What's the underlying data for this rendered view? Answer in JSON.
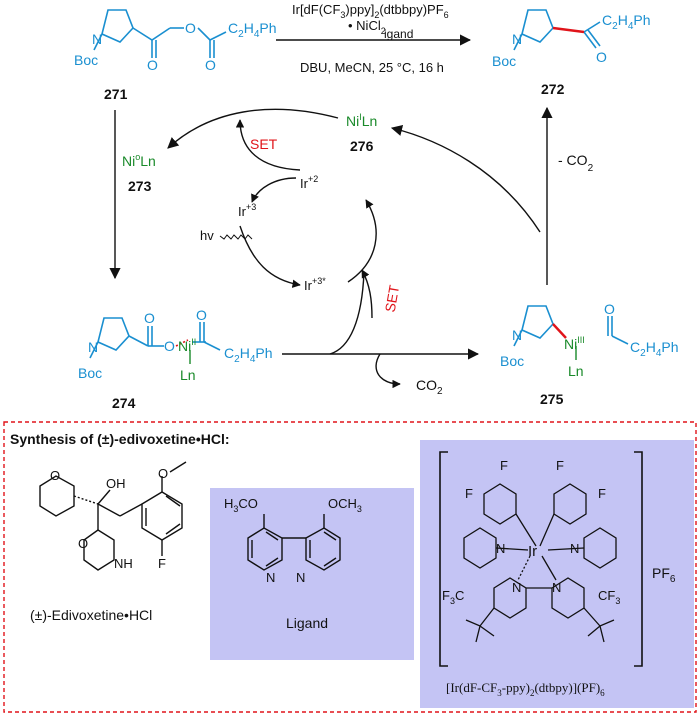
{
  "top": {
    "catalyst_line": "Ir[dF(CF",
    "catalyst_sub": "3",
    "catalyst_tail": ")ppy]",
    "catalyst_sub2": "2",
    "catalyst_end": "(dtbbpy)PF",
    "catalyst_sub3": "6",
    "nicl": "• NiCl",
    "nicl_sub": "2",
    "ligand": "igand",
    "conditions": "DBU, MeCN, 25 °C, 16 h",
    "reactant_label": "271",
    "product_label": "272",
    "boc": "Boc",
    "N": "N",
    "O": "O",
    "chain": "C",
    "chain_sub": "2",
    "chain_h": "H",
    "chain_sub2": "4",
    "chain_ph": "Ph"
  },
  "cycle": {
    "ni0": "Ni",
    "ni0_sup": "o",
    "ni0_ln": "Ln",
    "label_273": "273",
    "ni1": "Ni",
    "ni1_sup": "I",
    "ni1_ln": "Ln",
    "label_276": "276",
    "set1": "SET",
    "set2": "SET",
    "ir2": "Ir",
    "ir2_sup": "+2",
    "ir3": "Ir",
    "ir3_sup": "+3",
    "ir3star": "Ir",
    "ir3star_sup": "+3*",
    "hv": "hv",
    "co2_loss": "- CO",
    "co2_loss_sub": "2",
    "co2": "CO",
    "co2_sub": "2",
    "label_274": "274",
    "label_275": "275",
    "ni2": "Ni",
    "ni2_sup": "II",
    "ni3": "Ni",
    "ni3_sup": "III",
    "ln": "Ln"
  },
  "box": {
    "title": "Synthesis of (±)-edivoxetine•HCl:",
    "oh": "OH",
    "ome_o": "O",
    "nh": "NH",
    "f": "F",
    "o_ring": "O",
    "edivoxetine": "(±)-Edivoxetine•HCl",
    "ligand_caption": "Ligand",
    "h3co": "H",
    "h3co_sub": "3",
    "h3co_tail": "CO",
    "och3": "OCH",
    "och3_sub": "3",
    "n": "N",
    "ir": "Ir",
    "cf3_left": "F",
    "cf3_left_sub": "3",
    "cf3_left_c": "C",
    "cf3_right": "CF",
    "cf3_right_sub": "3",
    "pf6": "PF",
    "pf6_sub": "6",
    "complex_caption": "[Ir(dF-CF",
    "complex_sub": "3",
    "complex_tail": "-ppy)",
    "complex_sub2": "2",
    "complex_end": "(dtbpy)](PF)",
    "complex_sub3": "6"
  },
  "colors": {
    "blue": "#1a8fd0",
    "green": "#1a8a2a",
    "red": "#e0141a",
    "lavender": "#c4c4f4",
    "dashed_border": "#e0141a"
  }
}
